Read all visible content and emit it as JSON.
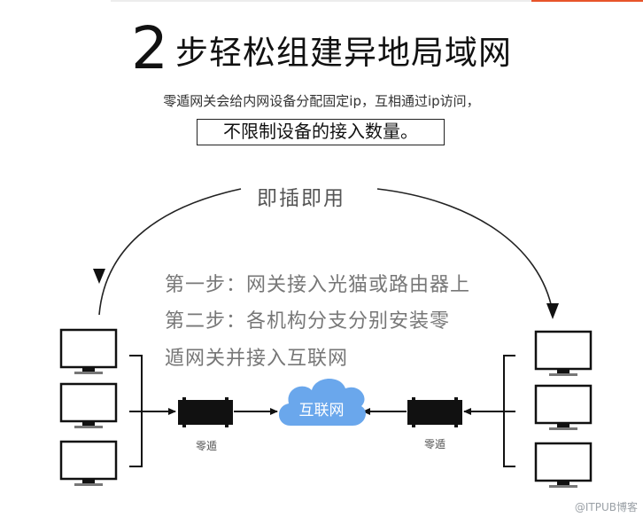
{
  "title": {
    "number": "2",
    "text": "步轻松组建异地局域网"
  },
  "subtitle": {
    "line1": "零遁网关会给内网设备分配固定ip，互相通过ip访问，",
    "line2": "不限制设备的接入数量。"
  },
  "plug_label": "即插即用",
  "steps": [
    "第一步：网关接入光猫或路由器上",
    "第二步：各机构分支分别安装零",
    "遁网关并接入互联网"
  ],
  "cloud_label": "互联网",
  "gateway_label_left": "零遁",
  "gateway_label_right": "零遁",
  "watermark": "@ITPUB博客",
  "colors": {
    "cloud": "#6aa7ec",
    "accent": "#e8542a",
    "line": "#111111"
  }
}
